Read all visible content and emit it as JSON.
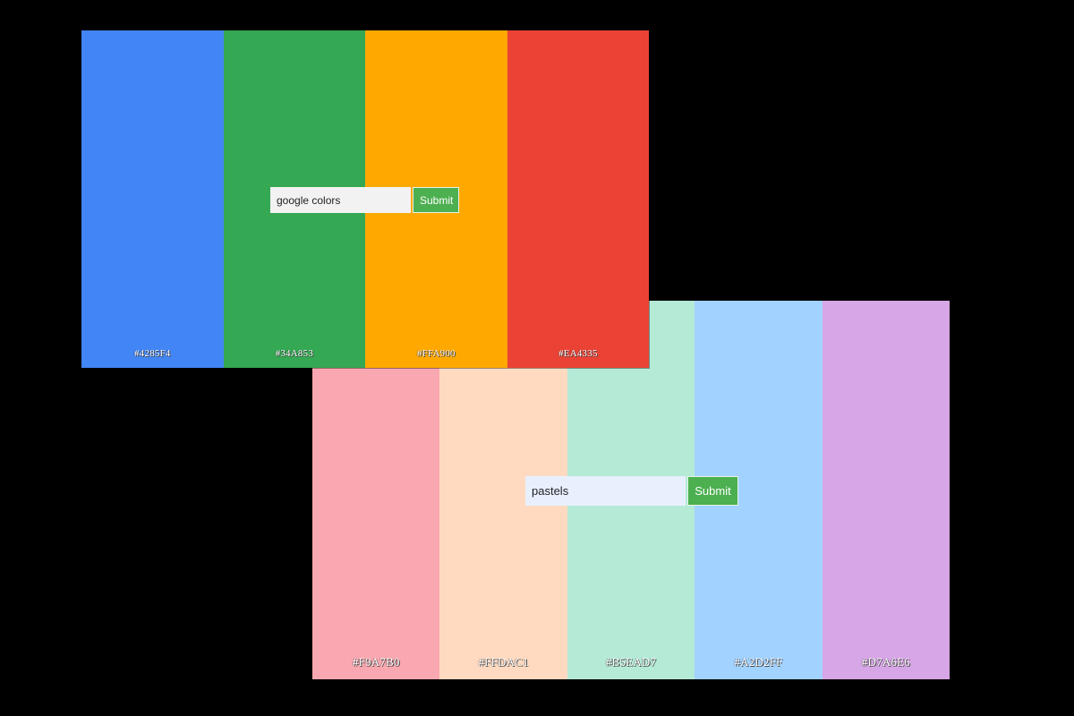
{
  "windows": [
    {
      "search": {
        "value": "google colors",
        "submit_label": "Submit"
      },
      "swatches": [
        {
          "hex": "#4285F4",
          "label": "#4285F4"
        },
        {
          "hex": "#34A853",
          "label": "#34A853"
        },
        {
          "hex": "#FFA900",
          "label": "#FFA900"
        },
        {
          "hex": "#EA4335",
          "label": "#EA4335"
        }
      ]
    },
    {
      "search": {
        "value": "pastels",
        "submit_label": "Submit"
      },
      "swatches": [
        {
          "hex": "#F9A7B0",
          "label": "#F9A7B0"
        },
        {
          "hex": "#FFDAC1",
          "label": "#FFDAC1"
        },
        {
          "hex": "#B5EAD7",
          "label": "#B5EAD7"
        },
        {
          "hex": "#A2D2FF",
          "label": "#A2D2FF"
        },
        {
          "hex": "#D7A6E6",
          "label": "#D7A6E6"
        }
      ]
    }
  ]
}
